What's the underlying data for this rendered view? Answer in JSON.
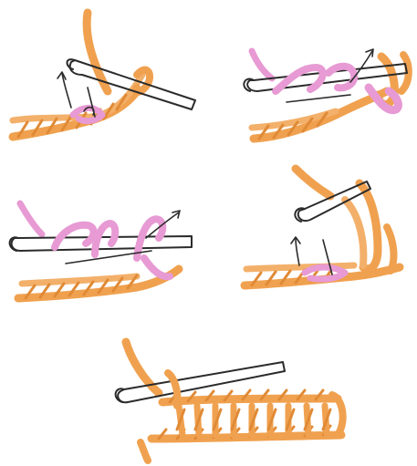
{
  "colors": {
    "yarn_orange": "#f0a14f",
    "yarn_orange_dark": "#e08a36",
    "yarn_pink": "#e79ad3",
    "yarn_pink_dark": "#d97fc2",
    "hook_fill": "#ffffff",
    "outline": "#2b2b2b",
    "background": "#ffffff"
  },
  "panels": [
    {
      "id": "step-1",
      "icon": "crochet-hook-yarn-over-icon"
    },
    {
      "id": "step-2",
      "icon": "crochet-hook-pull-through-icon"
    },
    {
      "id": "step-3",
      "icon": "crochet-hook-three-loops-icon"
    },
    {
      "id": "step-4",
      "icon": "crochet-hook-complete-stitch-icon"
    },
    {
      "id": "step-5",
      "icon": "crochet-finished-row-icon"
    }
  ]
}
